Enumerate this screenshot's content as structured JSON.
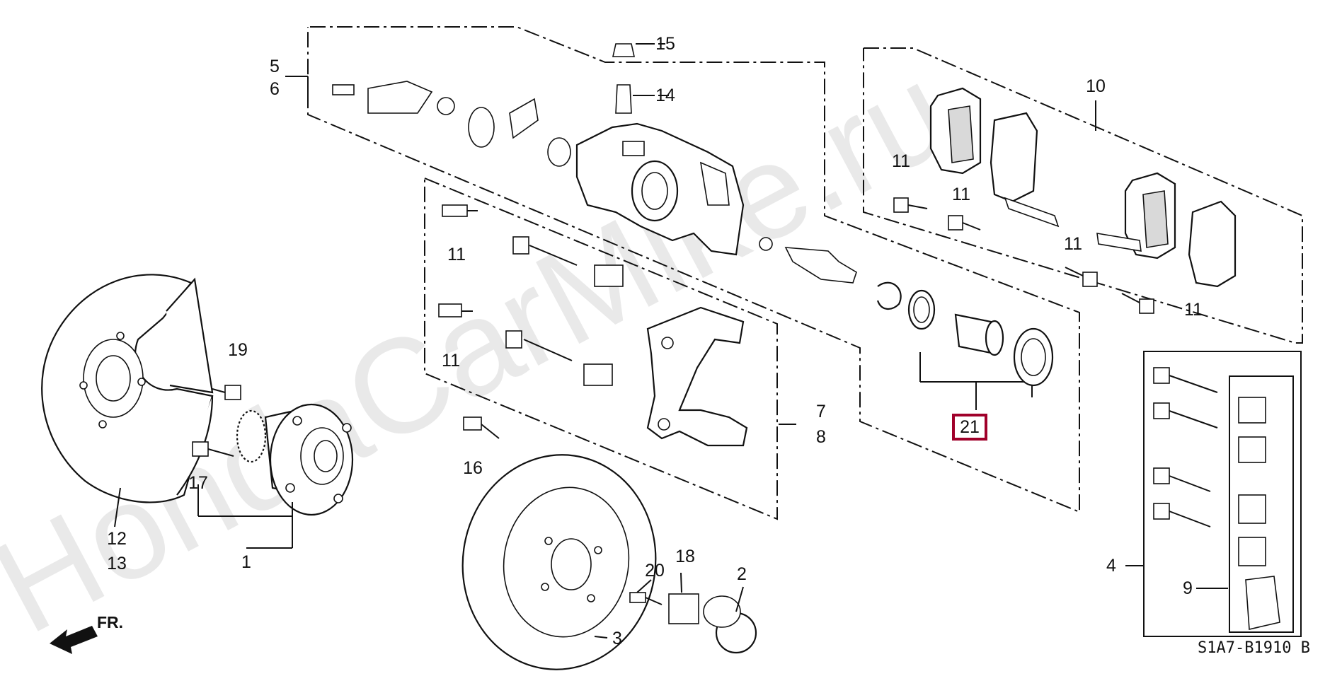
{
  "watermark": "HondaCarMike.ru",
  "diagram_code": "S1A7-B1910 B",
  "direction_label": "FR.",
  "highlight_color": "#a0002a",
  "callouts": {
    "c1": "1",
    "c2": "2",
    "c3": "3",
    "c4": "4",
    "c5": "5",
    "c6": "6",
    "c7": "7",
    "c8": "8",
    "c9": "9",
    "c10": "10",
    "c11a": "11",
    "c11b": "11",
    "c11c": "11",
    "c11d": "11",
    "c11e": "11",
    "c11f": "11",
    "c12": "12",
    "c13": "13",
    "c14": "14",
    "c15": "15",
    "c16": "16",
    "c17": "17",
    "c18": "18",
    "c19": "19",
    "c20": "20",
    "c21": "21"
  }
}
